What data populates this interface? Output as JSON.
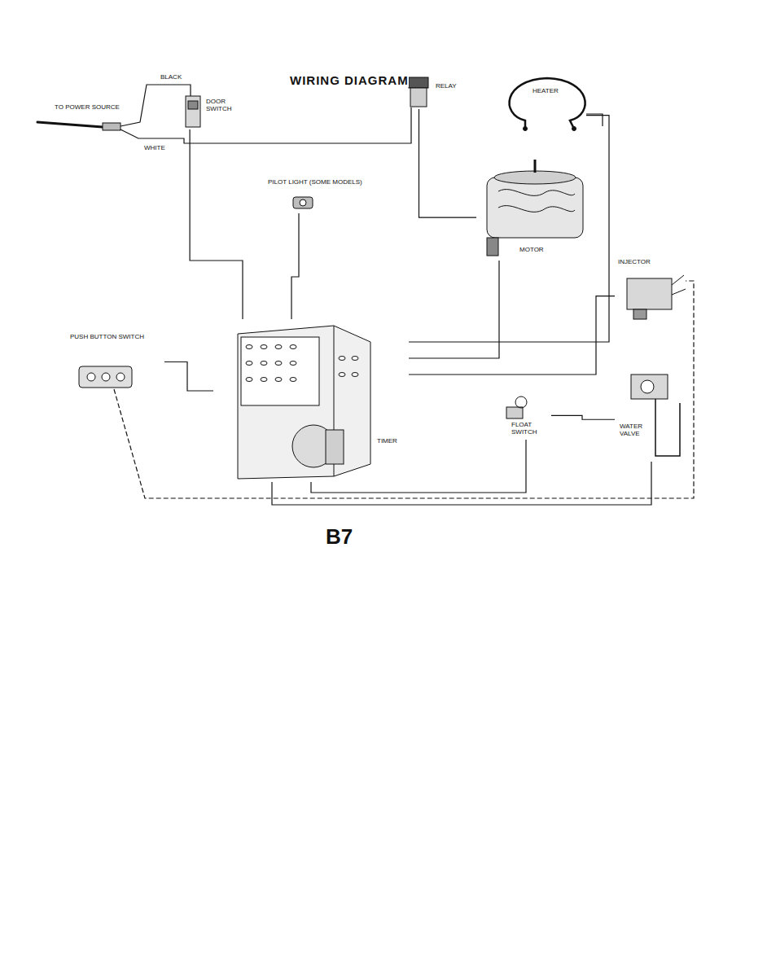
{
  "diagram": {
    "title": "WIRING DIAGRAM",
    "caption": "B7",
    "nodes": [
      {
        "text": [
          "DOOR SWITCH"
        ]
      },
      {
        "text": [
          "RELAY"
        ]
      },
      {
        "text": [
          "HEATER"
        ]
      },
      {
        "text": [
          "PILOT LIGHT (SOME MODELS)"
        ]
      },
      {
        "text": [
          "MOTOR"
        ]
      },
      {
        "text": [
          "INJECTOR"
        ]
      },
      {
        "text": [
          "PUSH BUTTON SWITCH"
        ]
      },
      {
        "text": [
          "TIMER"
        ]
      },
      {
        "text": [
          "FLOAT SWITCH"
        ]
      },
      {
        "text": [
          "WATER VALVE"
        ]
      }
    ],
    "edges": [
      {
        "from": 0,
        "to": 7,
        "arrow": "none"
      },
      {
        "from": 1,
        "to": 4,
        "arrow": "none"
      },
      {
        "from": 2,
        "to": 7,
        "arrow": "none"
      },
      {
        "from": 3,
        "to": 7,
        "arrow": "none"
      },
      {
        "from": 4,
        "to": 7,
        "arrow": "none"
      },
      {
        "from": 5,
        "to": 7,
        "arrow": "none"
      },
      {
        "from": 6,
        "to": 7,
        "arrow": "none"
      },
      {
        "from": 8,
        "to": 9,
        "arrow": "none"
      },
      {
        "from": 9,
        "to": 7,
        "arrow": "none"
      },
      {
        "from": 8,
        "to": 7,
        "arrow": "none"
      }
    ],
    "labels": [
      "TO POWER SOURCE",
      "BLACK",
      "WHITE"
    ]
  }
}
